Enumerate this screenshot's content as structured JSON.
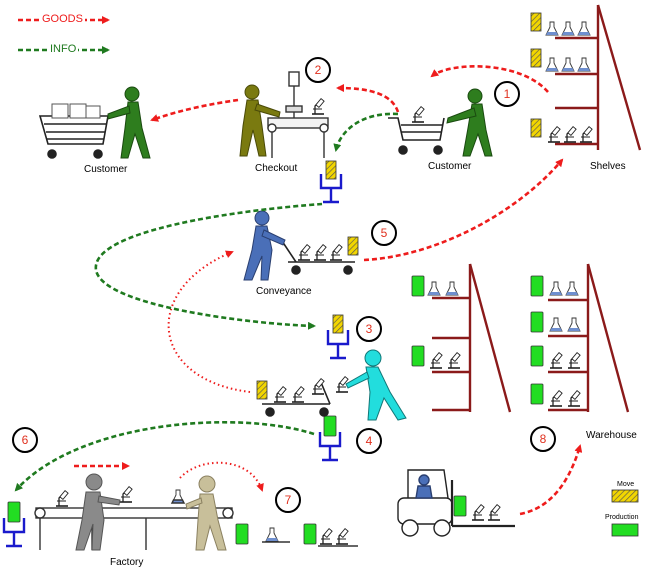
{
  "legend": {
    "goods": "GOODS",
    "info": "INFO"
  },
  "labels": {
    "customer_left": "Customer",
    "checkout": "Checkout",
    "customer_right": "Customer",
    "shelves": "Shelves",
    "conveyance": "Conveyance",
    "warehouse": "Warehouse",
    "factory": "Factory"
  },
  "card_legend": {
    "move": "Move",
    "production": "Production"
  },
  "steps": [
    "1",
    "2",
    "3",
    "4",
    "5",
    "6",
    "7",
    "8"
  ],
  "colors": {
    "goods": "#ee1c1c",
    "info": "#1f7a1f",
    "move_card": "#f2d600",
    "production_card": "#22dd22",
    "shelf": "#8b1a1a",
    "post": "#1a1acc",
    "person_green": "#2e7d1e",
    "person_olive": "#7a7a10",
    "person_blue": "#4a6fb8",
    "person_cyan": "#22dddd",
    "person_gray": "#8a8a8a",
    "person_tan": "#c8bf9a"
  }
}
